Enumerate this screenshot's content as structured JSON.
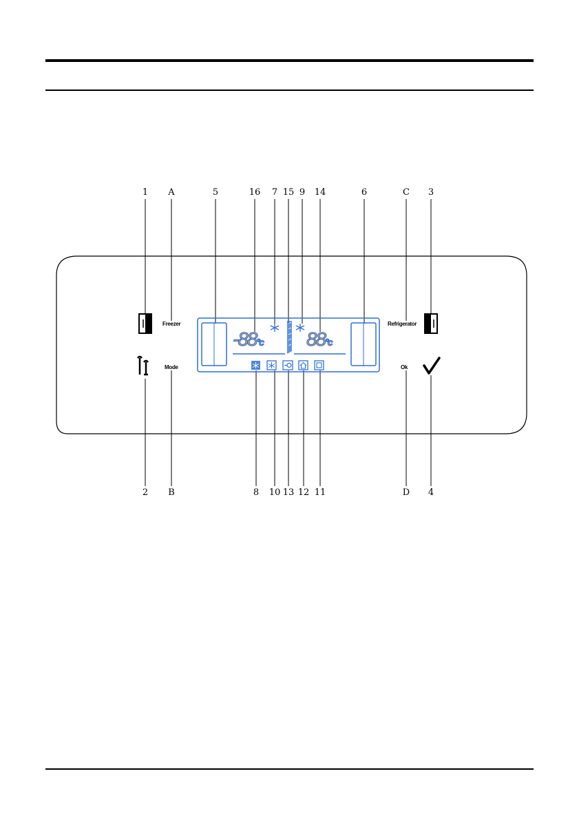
{
  "callouts_top": [
    "1",
    "A",
    "5",
    "16",
    "7",
    "15",
    "9",
    "14",
    "6",
    "C",
    "3"
  ],
  "callouts_bottom": [
    "2",
    "B",
    "8",
    "10",
    "13",
    "12",
    "11",
    "D",
    "4"
  ],
  "button_labels": {
    "freezer": "Freezer",
    "mode": "Mode",
    "refrigerator": "Refrigerator",
    "ok": "Ok"
  },
  "lcd": {
    "freezer_temp": "-88",
    "fridge_temp": "88",
    "unit": "°c"
  },
  "colors": {
    "lcd_outline": "#2f6fd6",
    "lcd_digits": "#c8a070",
    "rules": "#000000"
  }
}
